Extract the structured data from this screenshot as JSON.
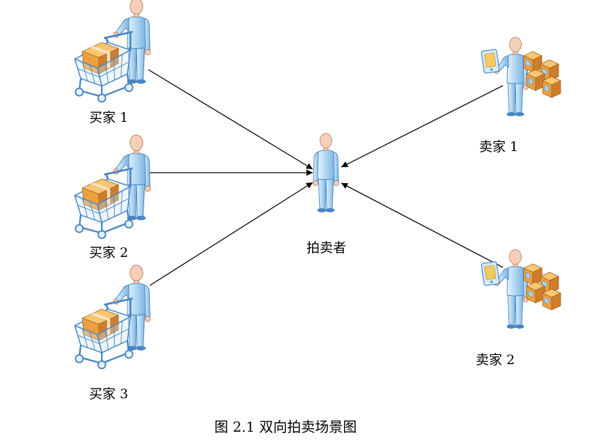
{
  "diagram": {
    "caption": "图 2.1 双向拍卖场景图",
    "auctioneer": {
      "label": "拍卖者",
      "icon": "auctioneer-person-icon"
    },
    "buyers": [
      {
        "label": "买家 1",
        "icon": "shopper-with-cart-icon"
      },
      {
        "label": "买家 2",
        "icon": "shopper-with-cart-icon"
      },
      {
        "label": "买家 3",
        "icon": "shopper-with-cart-icon"
      }
    ],
    "sellers": [
      {
        "label": "卖家 1",
        "icon": "seller-with-boxes-icon"
      },
      {
        "label": "卖家 2",
        "icon": "seller-with-boxes-icon"
      }
    ]
  },
  "colors": {
    "figure_light": "#e4f3fd",
    "figure_body": "#b3d9f3",
    "figure_shadow": "#7db4e1",
    "figure_outline": "#4a86c4",
    "skin": "#f6cfb8",
    "box_top": "#f9c672",
    "box_left": "#ee9f3e",
    "box_right": "#cf7d2c",
    "screen": "#f4c960",
    "arrow": "#000000",
    "text": "#000000"
  }
}
